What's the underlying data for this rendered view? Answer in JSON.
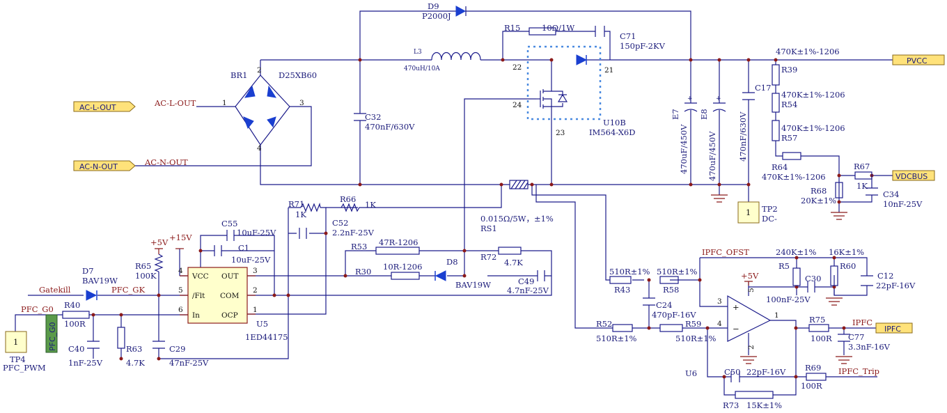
{
  "ports": {
    "ac_l": "AC-L-OUT",
    "ac_n": "AC-N-OUT",
    "pvcc": "PVCC",
    "vdcbus": "VDCBUS",
    "ipfc": "IPFC",
    "pfc_g0": "PFC_G0"
  },
  "nets": {
    "ac_l": "AC-L-OUT",
    "ac_n": "AC-N-OUT",
    "gatekill": "Gatekill",
    "pfc_gk": "PFC_GK",
    "pfc_g0": "PFC_G0",
    "ipfc_ofst": "IPFC_OFST",
    "ipfc": "IPFC",
    "ipfc_trip": "IPFC_Trip",
    "plus5v": "+5V",
    "plus15v": "+15V"
  },
  "components": {
    "br1": {
      "ref": "BR1",
      "value": "D25XB60",
      "pins": [
        "1",
        "2",
        "3",
        "4"
      ]
    },
    "d9": {
      "ref": "D9",
      "value": "P2000J"
    },
    "l3": {
      "ref": "L3",
      "value": "470uH/10A"
    },
    "r15": {
      "ref": "R15",
      "value": "10Ω/1W"
    },
    "c71": {
      "ref": "C71",
      "value": "150pF-2KV"
    },
    "u10b": {
      "ref": "U10B",
      "value": "IM564-X6D",
      "pins": [
        "22",
        "21",
        "24",
        "23"
      ]
    },
    "c32": {
      "ref": "C32",
      "value": "470nF/630V"
    },
    "e7": {
      "ref": "E7",
      "value": "470uF/450V"
    },
    "e8": {
      "ref": "E8",
      "value": "470uF/450V"
    },
    "c17": {
      "ref": "C17",
      "value": "470nF/630V"
    },
    "r39": {
      "ref": "R39",
      "value": "470K±1%-1206"
    },
    "r54": {
      "ref": "R54",
      "value": "470K±1%-1206"
    },
    "r57": {
      "ref": "R57",
      "value": "470K±1%-1206"
    },
    "r64": {
      "ref": "R64",
      "value": "470K±1%-1206"
    },
    "r67": {
      "ref": "R67",
      "value": "1K"
    },
    "r68": {
      "ref": "R68",
      "value": "20K±1%"
    },
    "c34": {
      "ref": "C34",
      "value": "10nF-25V"
    },
    "tp2": {
      "ref": "TP2",
      "value": "DC-",
      "pin": "1"
    },
    "rs1": {
      "ref": "RS1",
      "value": "0.015Ω/5W，±1%"
    },
    "r71": {
      "ref": "R71",
      "value": "1K"
    },
    "r66": {
      "ref": "R66",
      "value": "1K"
    },
    "c55": {
      "ref": "C55",
      "value": "10uF-25V"
    },
    "c1": {
      "ref": "C1",
      "value": "10uF-25V"
    },
    "c52": {
      "ref": "C52",
      "value": "2.2nF-25V"
    },
    "r53": {
      "ref": "R53",
      "value": "47R-1206"
    },
    "r30": {
      "ref": "R30",
      "value": "10R-1206"
    },
    "r72": {
      "ref": "R72",
      "value": "4.7K"
    },
    "d8": {
      "ref": "D8",
      "value": "BAV19W"
    },
    "c49": {
      "ref": "C49",
      "value": "4.7nF-25V"
    },
    "d7": {
      "ref": "D7",
      "value": "BAV19W"
    },
    "r65": {
      "ref": "R65",
      "value": "100K"
    },
    "u5": {
      "ref": "U5",
      "value": "1ED44175",
      "pins": {
        "vcc": "VCC",
        "flt": "/Flt",
        "in": "In",
        "out": "OUT",
        "com": "COM",
        "ocp": "OCP"
      },
      "pin_numbers": [
        "4",
        "5",
        "6",
        "3",
        "2",
        "1"
      ]
    },
    "r40": {
      "ref": "R40",
      "value": "100R"
    },
    "c40": {
      "ref": "C40",
      "value": "1nF-25V"
    },
    "r63": {
      "ref": "R63",
      "value": "4.7K"
    },
    "c29": {
      "ref": "C29",
      "value": "47nF-25V"
    },
    "tp4": {
      "ref": "TP4",
      "value": "PFC_PWM",
      "pin": "1"
    },
    "r43": {
      "ref": "R43",
      "value": "510R±1%"
    },
    "r58": {
      "ref": "R58",
      "value": "510R±1%"
    },
    "c24": {
      "ref": "C24",
      "value": "470pF-16V"
    },
    "r52": {
      "ref": "R52",
      "value": "510R±1%"
    },
    "r59": {
      "ref": "R59",
      "value": "510R±1%"
    },
    "r5": {
      "ref": "R5",
      "value": "240K±1%"
    },
    "r60": {
      "ref": "R60",
      "value": "16K±1%"
    },
    "c30": {
      "ref": "C30",
      "value": "100nF-25V"
    },
    "c12": {
      "ref": "C12",
      "value": "22pF-16V"
    },
    "u6": {
      "ref": "U6",
      "pins": [
        "3",
        "4",
        "1",
        "5",
        "2"
      ]
    },
    "r75": {
      "ref": "R75",
      "value": "100R"
    },
    "c77": {
      "ref": "C77",
      "value": "3.3nF-16V"
    },
    "r69": {
      "ref": "R69",
      "value": "100R"
    },
    "c50": {
      "ref": "C50",
      "value": "22pF-16V"
    },
    "r73": {
      "ref": "R73",
      "value": "15K±1%"
    }
  }
}
